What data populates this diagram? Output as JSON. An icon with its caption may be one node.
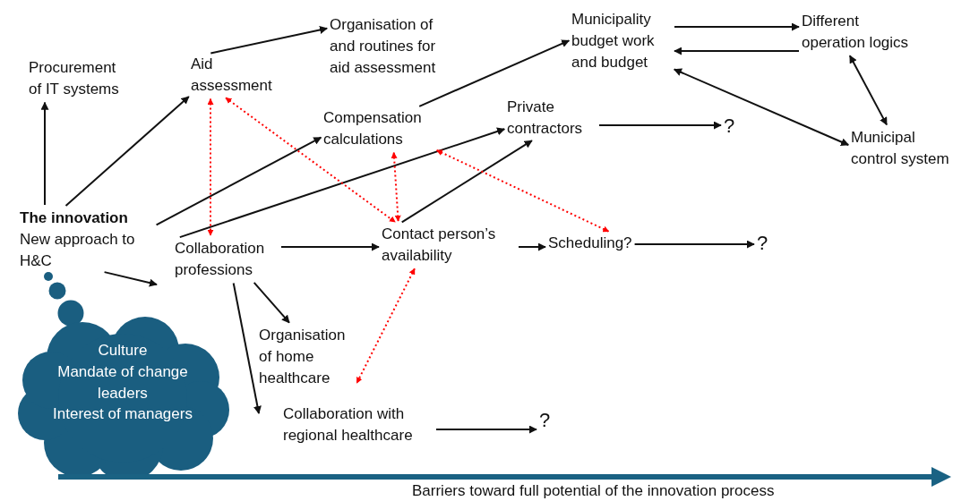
{
  "diagram": {
    "nodes": [
      {
        "text": [
          "Procurement of IT systems"
        ]
      },
      {
        "text": [
          "Aid assessment"
        ]
      },
      {
        "text": [
          "Organisation of and routines for aid assessment"
        ]
      },
      {
        "text": [
          "Municipality budget work and budget"
        ]
      },
      {
        "text": [
          "Different operation logics"
        ]
      },
      {
        "text": [
          "Compensation calculations"
        ]
      },
      {
        "text": [
          "Private contractors"
        ]
      },
      {
        "text": [
          "?"
        ]
      },
      {
        "text": [
          "Municipal control system"
        ]
      },
      {
        "text": [
          "The innovation",
          "New approach to H&C"
        ]
      },
      {
        "text": [
          "Collaboration professions"
        ]
      },
      {
        "text": [
          "Contact person’s availability"
        ]
      },
      {
        "text": [
          "Scheduling?"
        ]
      },
      {
        "text": [
          "?"
        ]
      },
      {
        "text": [
          "Organisation of home healthcare"
        ]
      },
      {
        "text": [
          "Collaboration with regional healthcare"
        ]
      },
      {
        "text": [
          "?"
        ]
      },
      {
        "text": [
          "Culture",
          "Mandate of change leaders",
          "Interest of managers"
        ]
      }
    ],
    "edges": [
      {
        "from": 9,
        "to": 0,
        "arrow": "to"
      },
      {
        "from": 9,
        "to": 1,
        "arrow": "to"
      },
      {
        "from": 1,
        "to": 2,
        "arrow": "to"
      },
      {
        "from": 9,
        "to": 5,
        "arrow": "to"
      },
      {
        "from": 10,
        "to": 6,
        "arrow": "to"
      },
      {
        "from": 9,
        "to": 10,
        "arrow": "to"
      },
      {
        "from": 5,
        "to": 3,
        "arrow": "to"
      },
      {
        "from": 3,
        "to": 4,
        "arrow": "to"
      },
      {
        "from": 4,
        "to": 3,
        "arrow": "to"
      },
      {
        "from": 3,
        "to": 8,
        "arrow": "both"
      },
      {
        "from": 4,
        "to": 8,
        "arrow": "both"
      },
      {
        "from": 6,
        "to": 7,
        "arrow": "to"
      },
      {
        "from": 11,
        "to": 6,
        "arrow": "to"
      },
      {
        "from": 10,
        "to": 11,
        "arrow": "to"
      },
      {
        "from": 11,
        "to": 12,
        "arrow": "to"
      },
      {
        "from": 12,
        "to": 13,
        "arrow": "to"
      },
      {
        "from": 10,
        "to": 14,
        "arrow": "to"
      },
      {
        "from": 10,
        "to": 15,
        "arrow": "to"
      },
      {
        "from": 15,
        "to": 16,
        "arrow": "to"
      },
      {
        "from": 1,
        "to": 10,
        "arrow": "both",
        "style": "dashed",
        "color": "#ff0000"
      },
      {
        "from": 1,
        "to": 11,
        "arrow": "both",
        "style": "dashed",
        "color": "#ff0000"
      },
      {
        "from": 5,
        "to": 11,
        "arrow": "both",
        "style": "dashed",
        "color": "#ff0000"
      },
      {
        "from": 5,
        "to": 12,
        "arrow": "both",
        "style": "dashed",
        "color": "#ff0000"
      },
      {
        "from": 11,
        "to": 14,
        "arrow": "both",
        "style": "dashed",
        "color": "#ff0000"
      }
    ],
    "labels": [
      "Barriers toward full potential of the innovation process"
    ]
  }
}
